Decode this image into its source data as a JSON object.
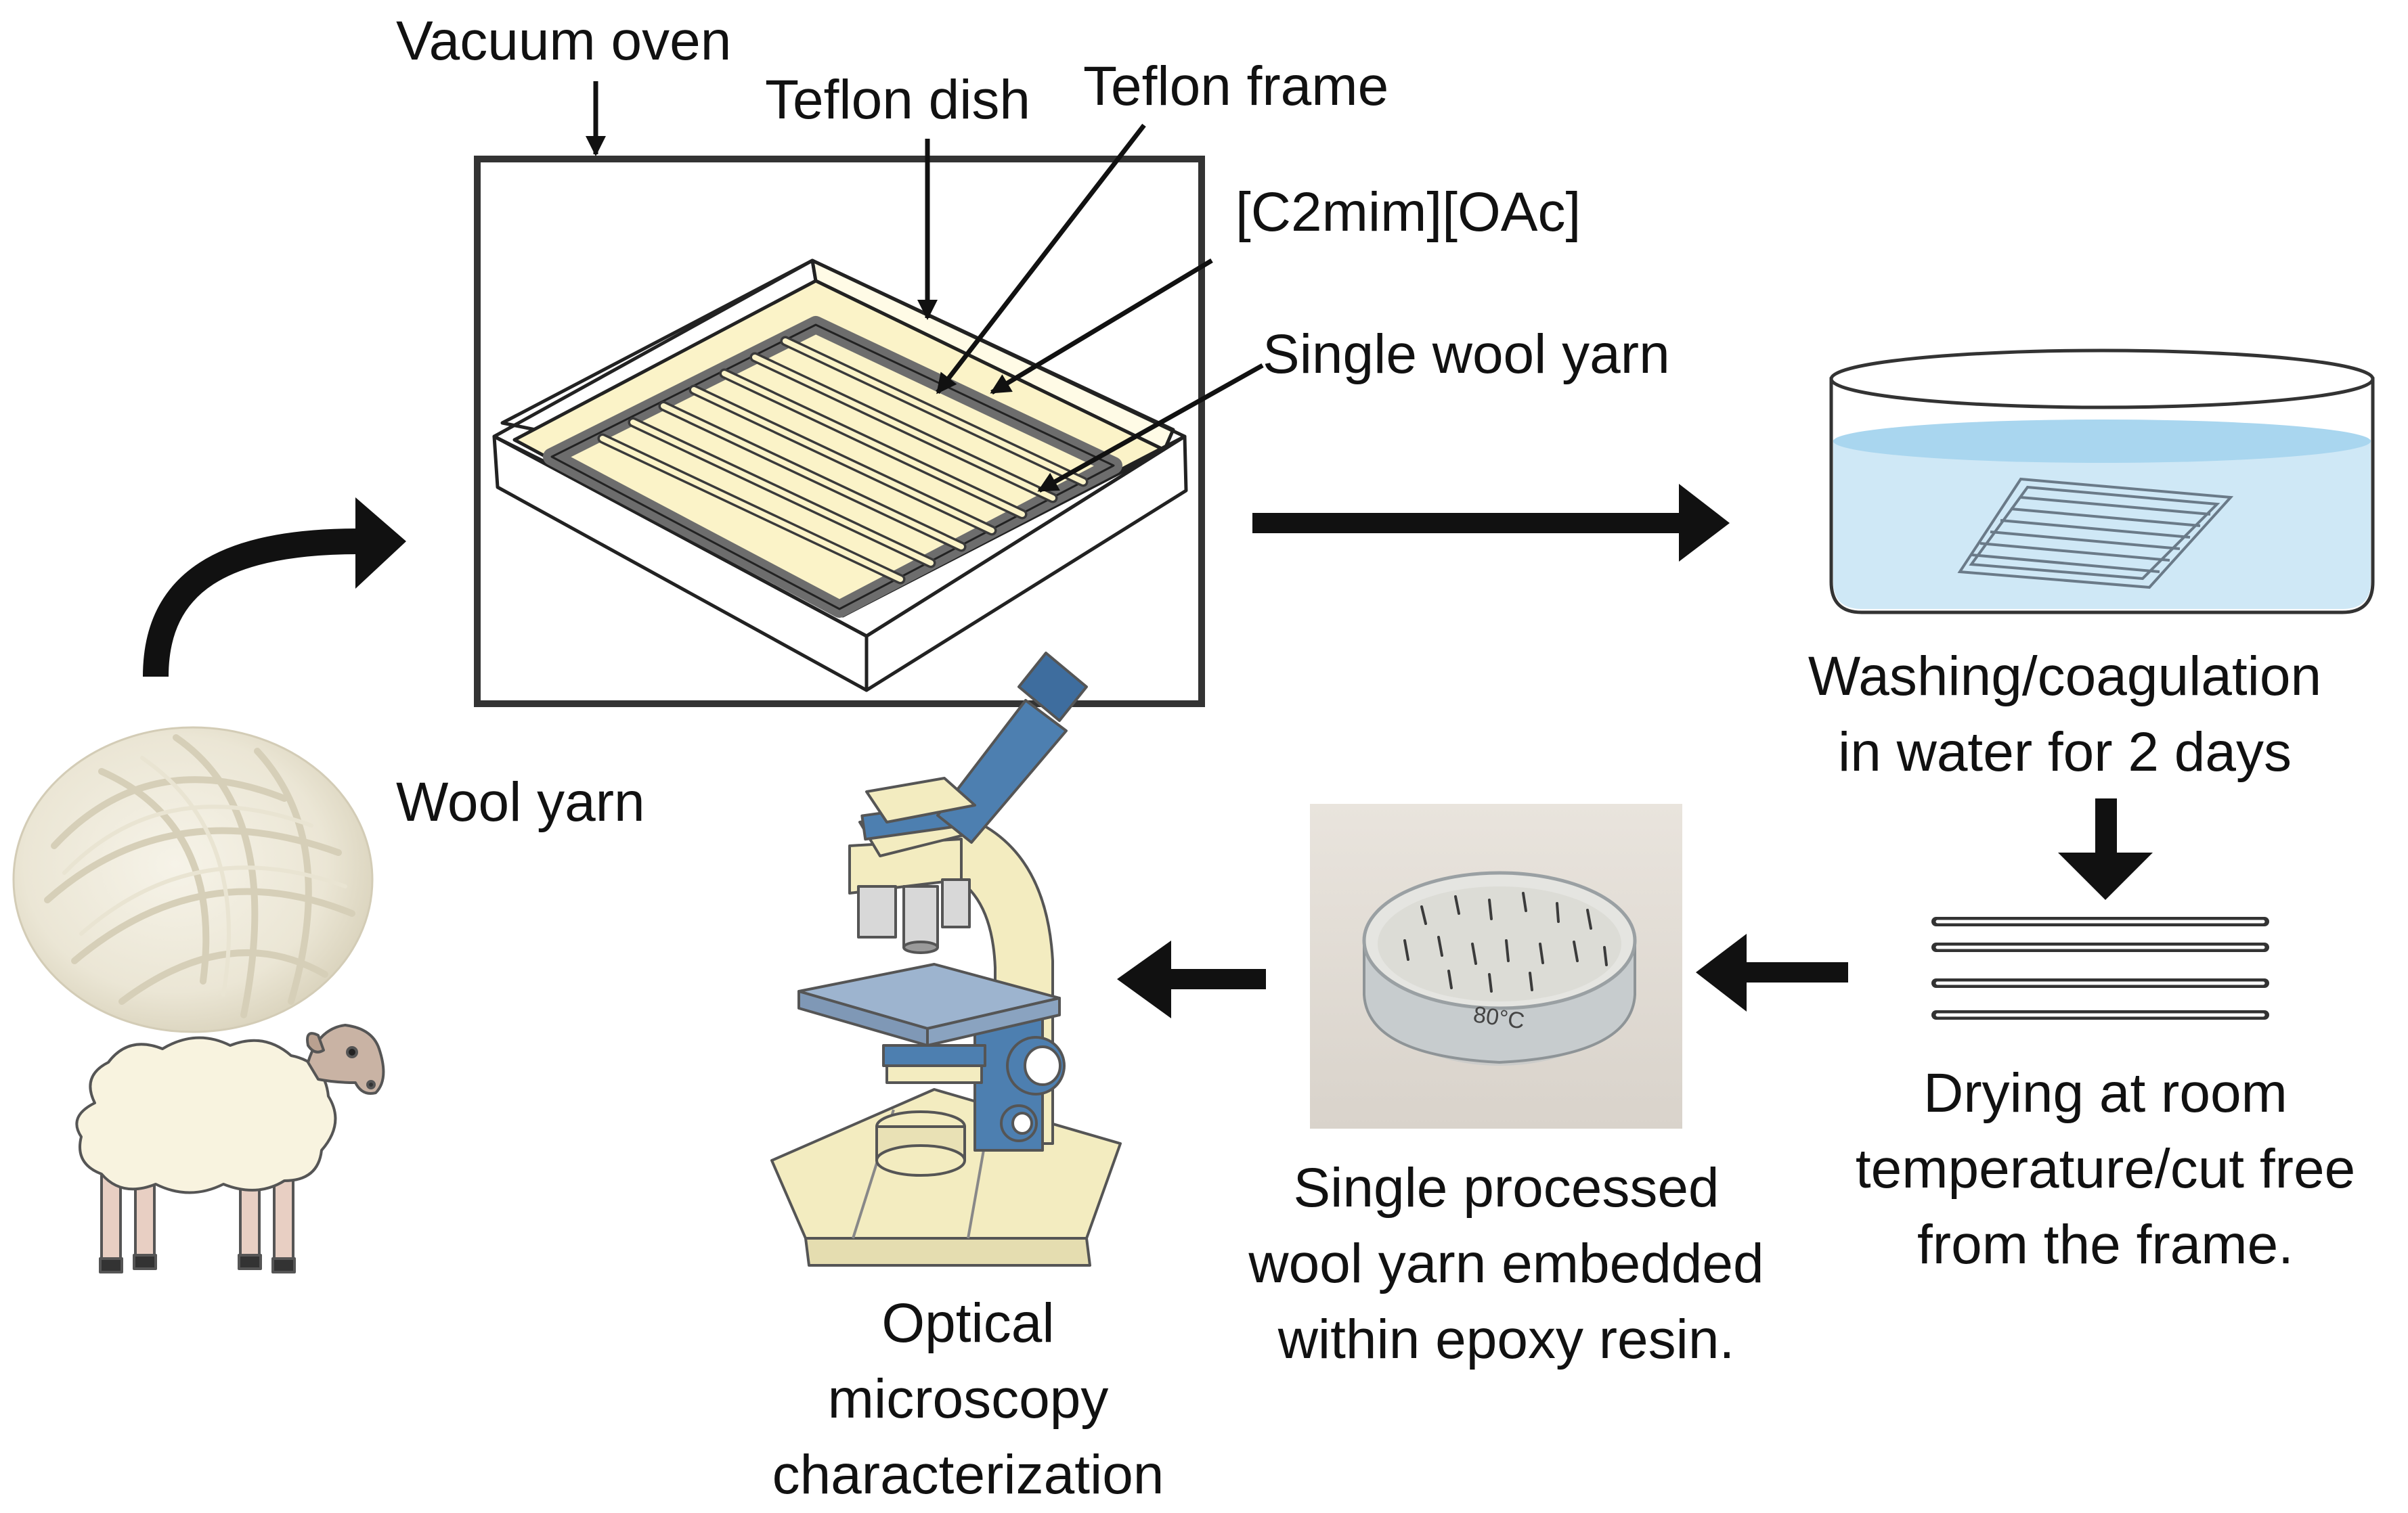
{
  "labels": {
    "vacuum_oven": "Vacuum oven",
    "teflon_dish": "Teflon dish",
    "teflon_frame": "Teflon frame",
    "ionic_liquid": "[C2mim][OAc]",
    "single_wool_yarn": "Single wool yarn",
    "wool_yarn": "Wool yarn",
    "washing_line1": "Washing/coagulation",
    "washing_line2": "in water for 2 days",
    "drying_line1": "Drying at room",
    "drying_line2": "temperature/cut free",
    "drying_line3": "from the frame.",
    "embedded_line1": "Single processed",
    "embedded_line2": "wool yarn embedded",
    "embedded_line3": "within epoxy resin.",
    "optical_line1": "Optical",
    "optical_line2": "microscopy",
    "optical_line3": "characterization"
  },
  "petri_handwriting": "80°C",
  "colors": {
    "ionic_liquid_fill": "#fbf3c8",
    "teflon_frame": "#6d6d6d",
    "water": "#cfe8f6",
    "water_surface": "#a9d6ef",
    "microscope_cream": "#f3ecc0",
    "microscope_blue": "#4d7fb0",
    "microscope_stage": "#9db4cf",
    "wool": "#f1ede0",
    "sheep_face": "#c9b3a4"
  }
}
